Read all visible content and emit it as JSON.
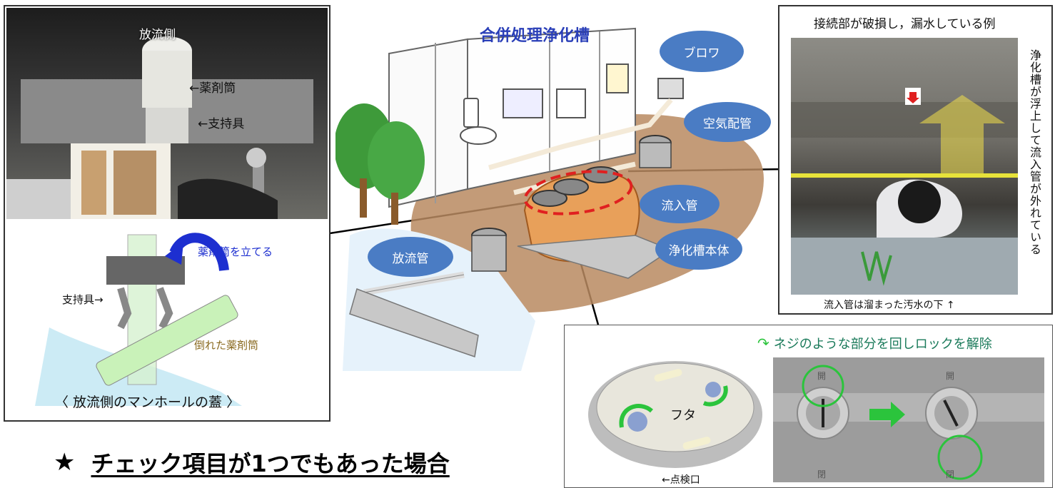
{
  "center": {
    "title": "合併処理浄化槽",
    "callouts": {
      "blower": "ブロワ",
      "air_pipe": "空気配管",
      "inflow_pipe": "流入管",
      "tank_body": "浄化槽本体",
      "outflow_pipe": "放流管"
    }
  },
  "top_left": {
    "photo_labels": {
      "outflow_side": "放流側",
      "chemical_cylinder": "←薬剤筒",
      "support": "←支持具"
    },
    "diagram_labels": {
      "stand_up": "薬剤筒を立てる",
      "support": "支持具→",
      "fallen": "倒れた薬剤筒"
    },
    "caption": "〈 放流側のマンホールの蓋 〉"
  },
  "top_right": {
    "title": "接続部が破損し，漏水している例",
    "vertical_text": "浄化槽が浮上して流入管が外れている",
    "caption": "流入管は溜まった汚水の下 ↑"
  },
  "bottom_right": {
    "instruction": "ネジのような部分を回しロックを解除",
    "lid": "フタ",
    "inspection_port": "←点検口",
    "photo_marks": [
      "開",
      "閉",
      "開",
      "閉"
    ]
  },
  "heading": {
    "star": "★",
    "text": "チェック項目が1つでもあった場合"
  },
  "colors": {
    "callout_blue": "#4a7cc4",
    "title_blue": "#2a3fb8",
    "arrow_blue": "#1d2fd0",
    "green_arrow": "#2bc43c",
    "dashed_red": "#e02020"
  }
}
